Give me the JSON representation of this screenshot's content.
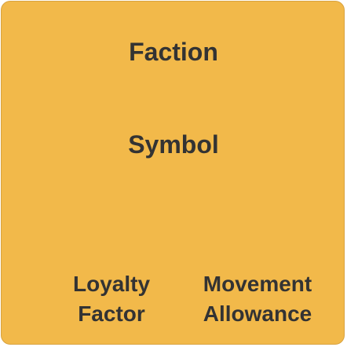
{
  "colors": {
    "card_background": "#f2b94a",
    "text": "#333333"
  },
  "card": {
    "faction_label": "Faction",
    "symbol_label": "Symbol",
    "loyalty_factor": {
      "line1": "Loyalty",
      "line2": "Factor"
    },
    "movement_allowance": {
      "line1": "Movement",
      "line2": "Allowance"
    }
  }
}
